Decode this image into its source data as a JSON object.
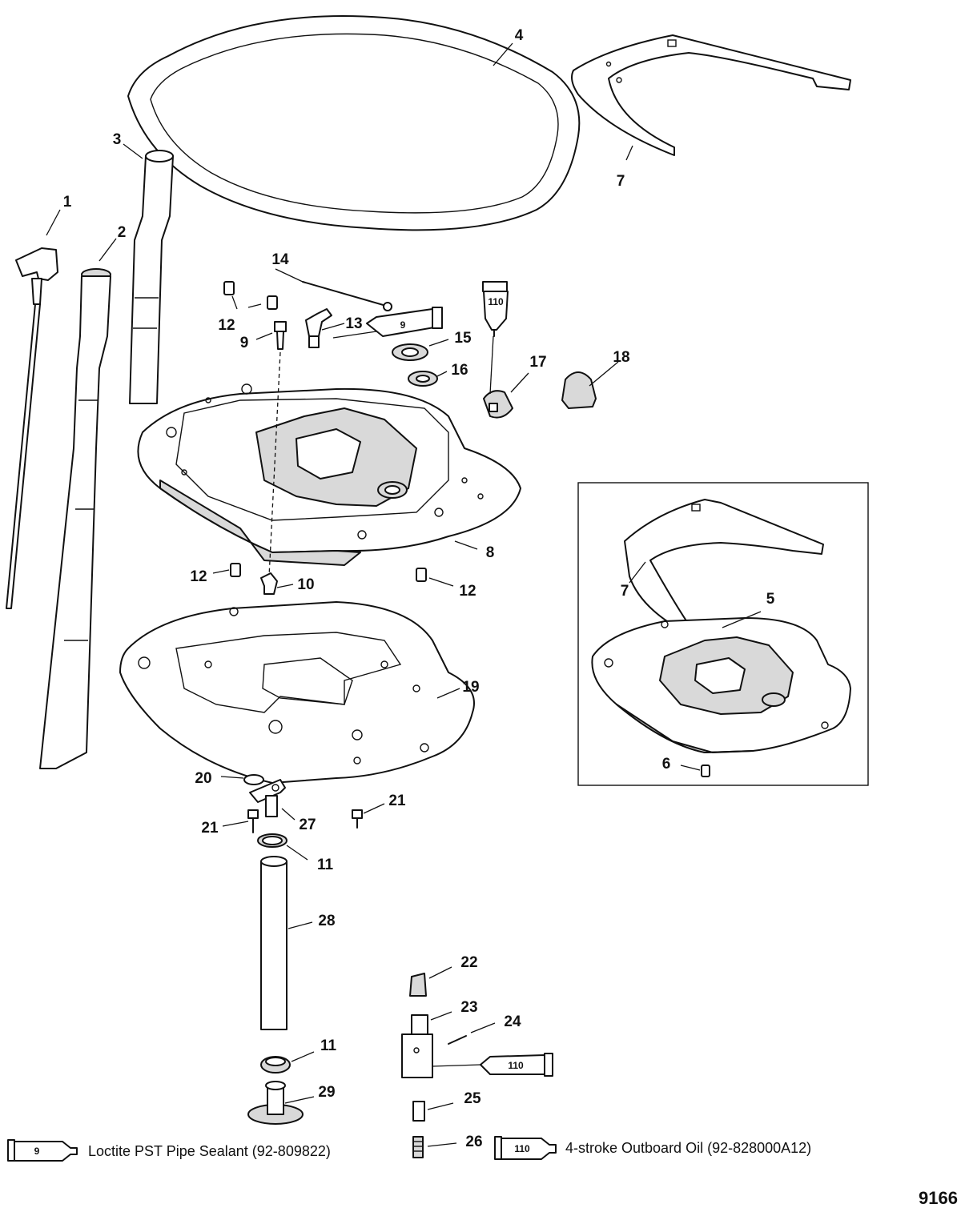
{
  "callouts": {
    "c1": "1",
    "c2": "2",
    "c3": "3",
    "c4": "4",
    "c5": "5",
    "c6": "6",
    "c7a": "7",
    "c7b": "7",
    "c8": "8",
    "c9": "9",
    "c10": "10",
    "c11a": "11",
    "c11b": "11",
    "c12a": "12",
    "c12b": "12",
    "c12c": "12",
    "c13": "13",
    "c14": "14",
    "c15": "15",
    "c16": "16",
    "c17": "17",
    "c18": "18",
    "c19": "19",
    "c20": "20",
    "c21a": "21",
    "c21b": "21",
    "c22": "22",
    "c23": "23",
    "c24": "24",
    "c25": "25",
    "c26": "26",
    "c27": "27",
    "c28": "28",
    "c29": "29"
  },
  "tube_labels": {
    "t9_top": "9",
    "t110_top": "110",
    "t110_mid": "110",
    "t9_legend": "9",
    "t110_legend": "110"
  },
  "legend": {
    "sealant": "Loctite PST Pipe Sealant (92-809822)",
    "oil": "4-stroke Outboard Oil (92-828000A12)"
  },
  "figure_number": "9166"
}
